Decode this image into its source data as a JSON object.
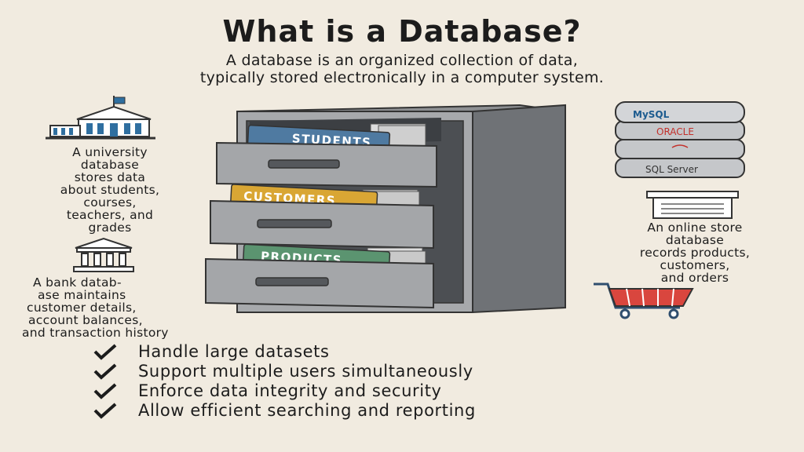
{
  "title": "What is a Database?",
  "subtitle": {
    "line1": "A database is an organized collection of data,",
    "line2": "typically stored electronically in a computer system."
  },
  "university": {
    "icon": "university-icon",
    "lines": [
      "A university",
      "database",
      "stores data",
      "about students,",
      "courses,",
      "teachers, and",
      "grades"
    ]
  },
  "bank": {
    "icon": "bank-icon",
    "lines": [
      "A bank datab-",
      "ase maintains",
      "customer details,",
      "account balances,",
      "and transaction history"
    ]
  },
  "online_store": {
    "icon": "shopping-cart-icon",
    "lines": [
      "An online store",
      "database",
      "records products,",
      "customers,",
      "and orders"
    ]
  },
  "cabinet": {
    "drawers": [
      {
        "label": "STUDENTS",
        "color": "#4f7aa1"
      },
      {
        "label": "CUSTOMERS",
        "color": "#d9a634"
      },
      {
        "label": "PRODUCTS",
        "color": "#5b9470"
      }
    ]
  },
  "db_stack": {
    "products": [
      "MySQL",
      "ORACLE",
      "SQL Server"
    ]
  },
  "features": [
    "Handle large datasets",
    "Support multiple users simultaneously",
    "Enforce data integrity and security",
    "Allow efficient searching and reporting"
  ]
}
